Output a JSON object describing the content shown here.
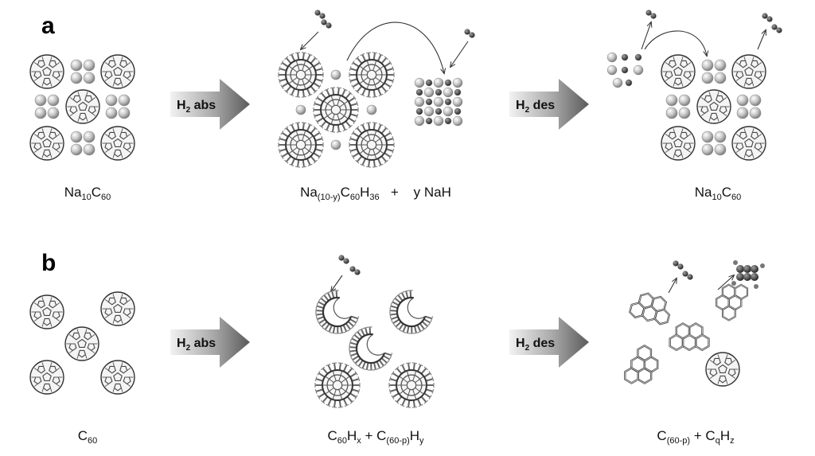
{
  "panels": {
    "a": {
      "label": "a",
      "formulas": [
        {
          "parts": [
            [
              "Na",
              ""
            ],
            [
              "10",
              "sub"
            ],
            [
              "C",
              ""
            ],
            [
              "60",
              "sub"
            ]
          ]
        },
        {
          "parts": [
            [
              "Na",
              ""
            ],
            [
              "(10-y)",
              "sub"
            ],
            [
              "C",
              ""
            ],
            [
              "60",
              "sub"
            ],
            [
              "H",
              ""
            ],
            [
              "36",
              "sub"
            ],
            [
              "   +    y NaH",
              ""
            ]
          ]
        },
        {
          "parts": [
            [
              "Na",
              ""
            ],
            [
              "10",
              "sub"
            ],
            [
              "C",
              ""
            ],
            [
              "60",
              "sub"
            ]
          ]
        }
      ],
      "steps": [
        {
          "main": "H",
          "sub": "2",
          "rest": " abs"
        },
        {
          "main": "H",
          "sub": "2",
          "rest": " des"
        }
      ]
    },
    "b": {
      "label": "b",
      "formulas": [
        {
          "parts": [
            [
              "C",
              ""
            ],
            [
              "60",
              "sub"
            ]
          ]
        },
        {
          "parts": [
            [
              "C",
              ""
            ],
            [
              "60",
              "sub"
            ],
            [
              "H",
              ""
            ],
            [
              "x",
              "sub"
            ],
            [
              " + C",
              ""
            ],
            [
              "(60-p)",
              "sub"
            ],
            [
              "H",
              ""
            ],
            [
              "y",
              "sub"
            ]
          ]
        },
        {
          "parts": [
            [
              "C",
              ""
            ],
            [
              "(60-p)",
              "sub"
            ],
            [
              " + C",
              ""
            ],
            [
              "q",
              "sub"
            ],
            [
              "H",
              ""
            ],
            [
              "z",
              "sub"
            ]
          ]
        }
      ],
      "steps": [
        {
          "main": "H",
          "sub": "2",
          "rest": " abs"
        },
        {
          "main": "H",
          "sub": "2",
          "rest": " des"
        }
      ]
    }
  }
}
